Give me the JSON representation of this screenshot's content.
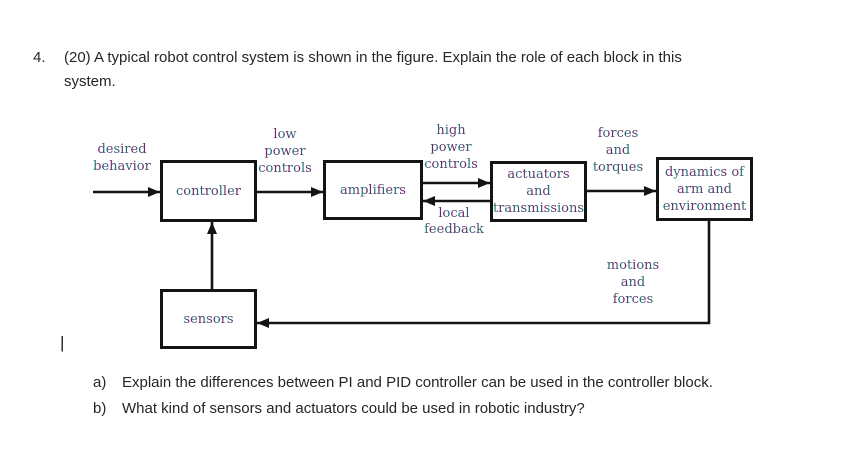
{
  "document": {
    "question_number": "4.",
    "question_line1": "(20) A typical robot control system is shown in the figure. Explain the role of each block in this",
    "question_line2": "system.",
    "sub_questions": [
      {
        "label": "a)",
        "text": "Explain the differences between PI and PID controller can be used in the controller block."
      },
      {
        "label": "b)",
        "text": "What kind of sensors and actuators could be used in robotic industry?"
      }
    ],
    "text_cursor": "|"
  },
  "diagram": {
    "blocks": {
      "controller": {
        "label": "controller"
      },
      "amplifiers": {
        "label": "amplifiers"
      },
      "actuators_transmissions": {
        "lines": [
          "actuators",
          "and",
          "transmissions"
        ]
      },
      "dynamics_environment": {
        "lines": [
          "dynamics of",
          "arm and",
          "environment"
        ]
      },
      "sensors": {
        "label": "sensors"
      }
    },
    "signal_labels": {
      "desired_behavior": [
        "desired",
        "behavior"
      ],
      "low_power_controls": [
        "low",
        "power",
        "controls"
      ],
      "high_power_controls": [
        "high",
        "power",
        "controls"
      ],
      "local_feedback": [
        "local",
        "feedback"
      ],
      "forces_and_torques": [
        "forces",
        "and",
        "torques"
      ],
      "motions_and_forces": [
        "motions",
        "and",
        "forces"
      ]
    },
    "colors": {
      "connector_black": "#141414",
      "label_teal": "#1f6f6f",
      "label_purple": "#6b2a70"
    }
  }
}
